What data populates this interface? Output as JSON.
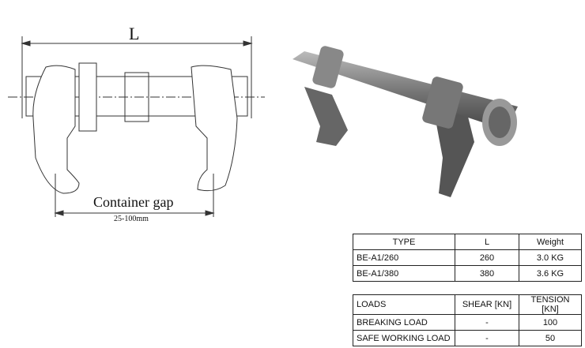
{
  "diagram": {
    "length_label": "L",
    "gap_label": "Container gap",
    "gap_range": "25-100mm"
  },
  "dimensions_table": {
    "headers": [
      "TYPE",
      "L",
      "Weight"
    ],
    "rows": [
      [
        "BE-A1/260",
        "260",
        "3.0 KG"
      ],
      [
        "BE-A1/380",
        "380",
        "3.6 KG"
      ]
    ]
  },
  "loads_table": {
    "headers": [
      "LOADS",
      "SHEAR [KN]",
      "TENSION [KN]"
    ],
    "rows": [
      [
        "BREAKING LOAD",
        "-",
        "100"
      ],
      [
        "SAFE WORKING LOAD",
        "-",
        "50"
      ]
    ]
  }
}
